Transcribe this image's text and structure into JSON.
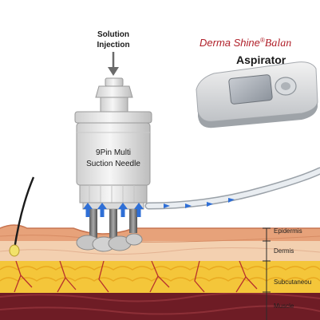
{
  "injection_label": [
    "Solution",
    "Injection"
  ],
  "device_label": [
    "9Pin Multi",
    "Suction Needle"
  ],
  "brand": {
    "name": "Derma Shine",
    "mark": "®",
    "suffix": "Balan",
    "product": "Aspirator"
  },
  "layers": [
    {
      "label": "Epidermis",
      "color": "#e7a27a"
    },
    {
      "label": "Dermis",
      "color": "#f3d0b0"
    },
    {
      "label": "Subcutaneou",
      "color": "#f4c63a"
    },
    {
      "label": "Muscle",
      "color": "#6e1c25"
    }
  ],
  "colors": {
    "arrow": "#2f6fd6",
    "brand": "#b0202a",
    "device": "#e9e9e9",
    "tube": "#dfe3e8"
  },
  "icons": {
    "down_arrow": "down-arrow-icon",
    "flow_arrow": "flow-arrow-icon"
  }
}
